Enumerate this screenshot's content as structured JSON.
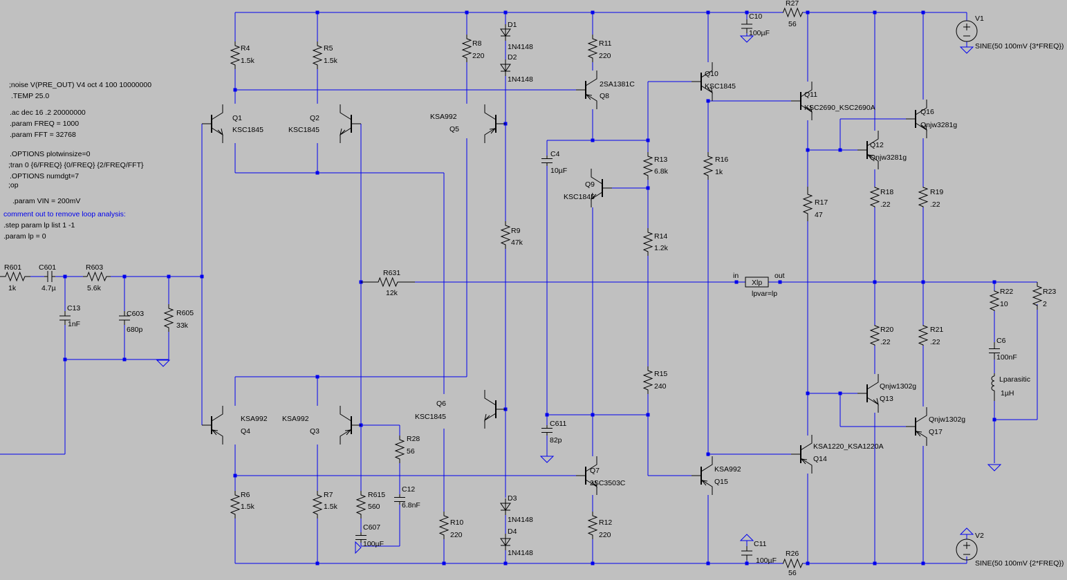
{
  "directives": {
    "noise": ";noise V(PRE_OUT) V4 oct 4 100 10000000",
    "temp": ".TEMP 25.0",
    "ac": ".ac dec 16 .2 20000000",
    "param_freq": ".param FREQ = 1000",
    "param_fft": ".param FFT = 32768",
    "options_plot": ".OPTIONS plotwinsize=0",
    "tran": ";tran 0 {6/FREQ} {0/FREQ} {2/FREQ/FFT}",
    "options_numdgt": ".OPTIONS numdgt=7",
    "op": ";op",
    "param_vin": ".param VIN = 200mV",
    "comment": "comment out to remove loop analysis:",
    "step": ".step param lp list 1 -1",
    "param_lp": ".param lp = 0"
  },
  "components": {
    "R4": [
      "R4",
      "1.5k"
    ],
    "R5": [
      "R5",
      "1.5k"
    ],
    "R8": [
      "R8",
      "220"
    ],
    "R11": [
      "R11",
      "220"
    ],
    "R13": [
      "R13",
      "6.8k"
    ],
    "R14": [
      "R14",
      "1.2k"
    ],
    "R15": [
      "R15",
      "240"
    ],
    "R16": [
      "R16",
      "1k"
    ],
    "R17": [
      "R17",
      "47"
    ],
    "R18": [
      "R18",
      ".22"
    ],
    "R19": [
      "R19",
      ".22"
    ],
    "R20": [
      "R20",
      ".22"
    ],
    "R21": [
      "R21",
      ".22"
    ],
    "R22": [
      "R22",
      "10"
    ],
    "R23": [
      "R23",
      "2"
    ],
    "R9": [
      "R9",
      "47k"
    ],
    "R6": [
      "R6",
      "1.5k"
    ],
    "R7": [
      "R7",
      "1.5k"
    ],
    "R10": [
      "R10",
      "220"
    ],
    "R12": [
      "R12",
      "220"
    ],
    "R28": [
      "R28",
      "56"
    ],
    "R615": [
      "R615",
      "560"
    ],
    "R601": [
      "R601",
      "1k"
    ],
    "R603": [
      "R603",
      "5.6k"
    ],
    "R605": [
      "R605",
      "33k"
    ],
    "R631": [
      "R631",
      "12k"
    ],
    "R27": [
      "R27",
      "56"
    ],
    "R26": [
      "R26",
      "56"
    ],
    "C10": [
      "C10",
      "100µF"
    ],
    "C11": [
      "C11",
      "100µF"
    ],
    "C4": [
      "C4",
      "10µF"
    ],
    "C611": [
      "C611",
      "82p"
    ],
    "C601": [
      "C601",
      "4.7µ"
    ],
    "C13": [
      "C13",
      "1nF"
    ],
    "C603": [
      "C603",
      "680p"
    ],
    "C12": [
      "C12",
      "6.8nF"
    ],
    "C607": [
      "C607",
      "100µF"
    ],
    "C6": [
      "C6",
      "100nF"
    ],
    "Lparasitic": [
      "Lparasitic",
      "1µH"
    ],
    "D1": [
      "D1",
      "1N4148"
    ],
    "D2": [
      "D2",
      "1N4148"
    ],
    "D3": [
      "D3",
      "1N4148"
    ],
    "D4": [
      "D4",
      "1N4148"
    ],
    "Q1": [
      "Q1",
      "KSC1845"
    ],
    "Q2": [
      "Q2",
      "KSC1845"
    ],
    "Q3": [
      "KSA992",
      "Q3"
    ],
    "Q4": [
      "KSA992",
      "Q4"
    ],
    "Q5": [
      "KSA992",
      "Q5"
    ],
    "Q6": [
      "Q6",
      "KSC1845"
    ],
    "Q7": [
      "Q7",
      "2SC3503C"
    ],
    "Q8": [
      "2SA1381C",
      "Q8"
    ],
    "Q9": [
      "Q9",
      "KSC1845"
    ],
    "Q10": [
      "Q10",
      "KSC1845"
    ],
    "Q11": [
      "Q11",
      "KSC2690_KSC2690A"
    ],
    "Q12": [
      "Q12",
      "Qnjw3281g"
    ],
    "Q13": [
      "Qnjw1302g",
      "Q13"
    ],
    "Q14": [
      "KSA1220_KSA1220A",
      "Q14"
    ],
    "Q15": [
      "KSA992",
      "Q15"
    ],
    "Q16": [
      "Q16",
      "Qnjw3281g"
    ],
    "Q17": [
      "Qnjw1302g",
      "Q17"
    ],
    "V1": [
      "V1",
      "SINE(50 100mV {3*FREQ})"
    ],
    "V2": [
      "V2",
      "SINE(50 100mV {2*FREQ})"
    ],
    "Xlp": [
      "Xlp",
      "lpvar=lp"
    ]
  },
  "nets": {
    "in": "in",
    "out": "out"
  },
  "colors": {
    "background": "#c0c0c0",
    "wire": "#0000ee",
    "component": "#000000",
    "directive": "#000000",
    "comment": "#0000ee"
  }
}
